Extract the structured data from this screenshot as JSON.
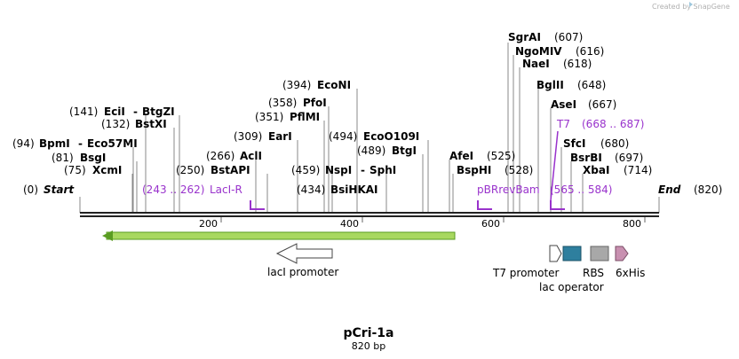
{
  "credit": "Created by SnapGene",
  "plasmid": {
    "name": "pCri-1a",
    "length": "820 bp"
  },
  "ends": {
    "start": "Start",
    "start_pos": "(0)",
    "end": "End",
    "end_pos": "(820)"
  },
  "ruler": [
    "200",
    "400",
    "600",
    "800"
  ],
  "sites": [
    {
      "pos": "(94)",
      "name": "BpmI",
      "name2": "Eco57MI"
    },
    {
      "pos": "(81)",
      "name": "BsgI"
    },
    {
      "pos": "(75)",
      "name": "XcmI"
    },
    {
      "pos": "(141)",
      "name": "EciI",
      "name2": "BtgZI"
    },
    {
      "pos": "(132)",
      "name": "BstXI"
    },
    {
      "pos": "(266)",
      "name": "AclI"
    },
    {
      "pos": "(250)",
      "name": "BstAPI"
    },
    {
      "pos": "(309)",
      "name": "EarI"
    },
    {
      "pos": "(358)",
      "name": "PfoI"
    },
    {
      "pos": "(351)",
      "name": "PflMI"
    },
    {
      "pos": "(394)",
      "name": "EcoNI"
    },
    {
      "pos": "(459)",
      "name": "NspI",
      "name2": "SphI"
    },
    {
      "pos": "(434)",
      "name": "BsiHKAI"
    },
    {
      "pos": "(494)",
      "name": "EcoO109I"
    },
    {
      "pos": "(489)",
      "name": "BtgI"
    },
    {
      "pos": "(525)",
      "name": "AfeI"
    },
    {
      "pos": "(528)",
      "name": "BspHI"
    },
    {
      "pos": "(607)",
      "name": "SgrAI"
    },
    {
      "pos": "(616)",
      "name": "NgoMIV"
    },
    {
      "pos": "(618)",
      "name": "NaeI"
    },
    {
      "pos": "(648)",
      "name": "BglII"
    },
    {
      "pos": "(667)",
      "name": "AseI"
    },
    {
      "pos": "(680)",
      "name": "SfcI"
    },
    {
      "pos": "(697)",
      "name": "BsrBI"
    },
    {
      "pos": "(714)",
      "name": "XbaI"
    }
  ],
  "primers": [
    {
      "name": "LacI-R",
      "range": "(243 .. 262)"
    },
    {
      "name": "pBRrevBam",
      "range": "(565 .. 584)"
    },
    {
      "name": "T7",
      "range": "(668 .. 687)"
    }
  ],
  "features": {
    "laci_promoter": "lacI promoter",
    "t7_promoter": "T7 promoter",
    "lac_operator": "lac operator",
    "rbs": "RBS",
    "his": "6xHis"
  },
  "colors": {
    "backbone": "#222222",
    "orf": "#a8d860",
    "primer": "#9933cc",
    "lac_operator": "#2e7f9e",
    "rbs": "#a8a8a8",
    "his": "#c890b0"
  }
}
